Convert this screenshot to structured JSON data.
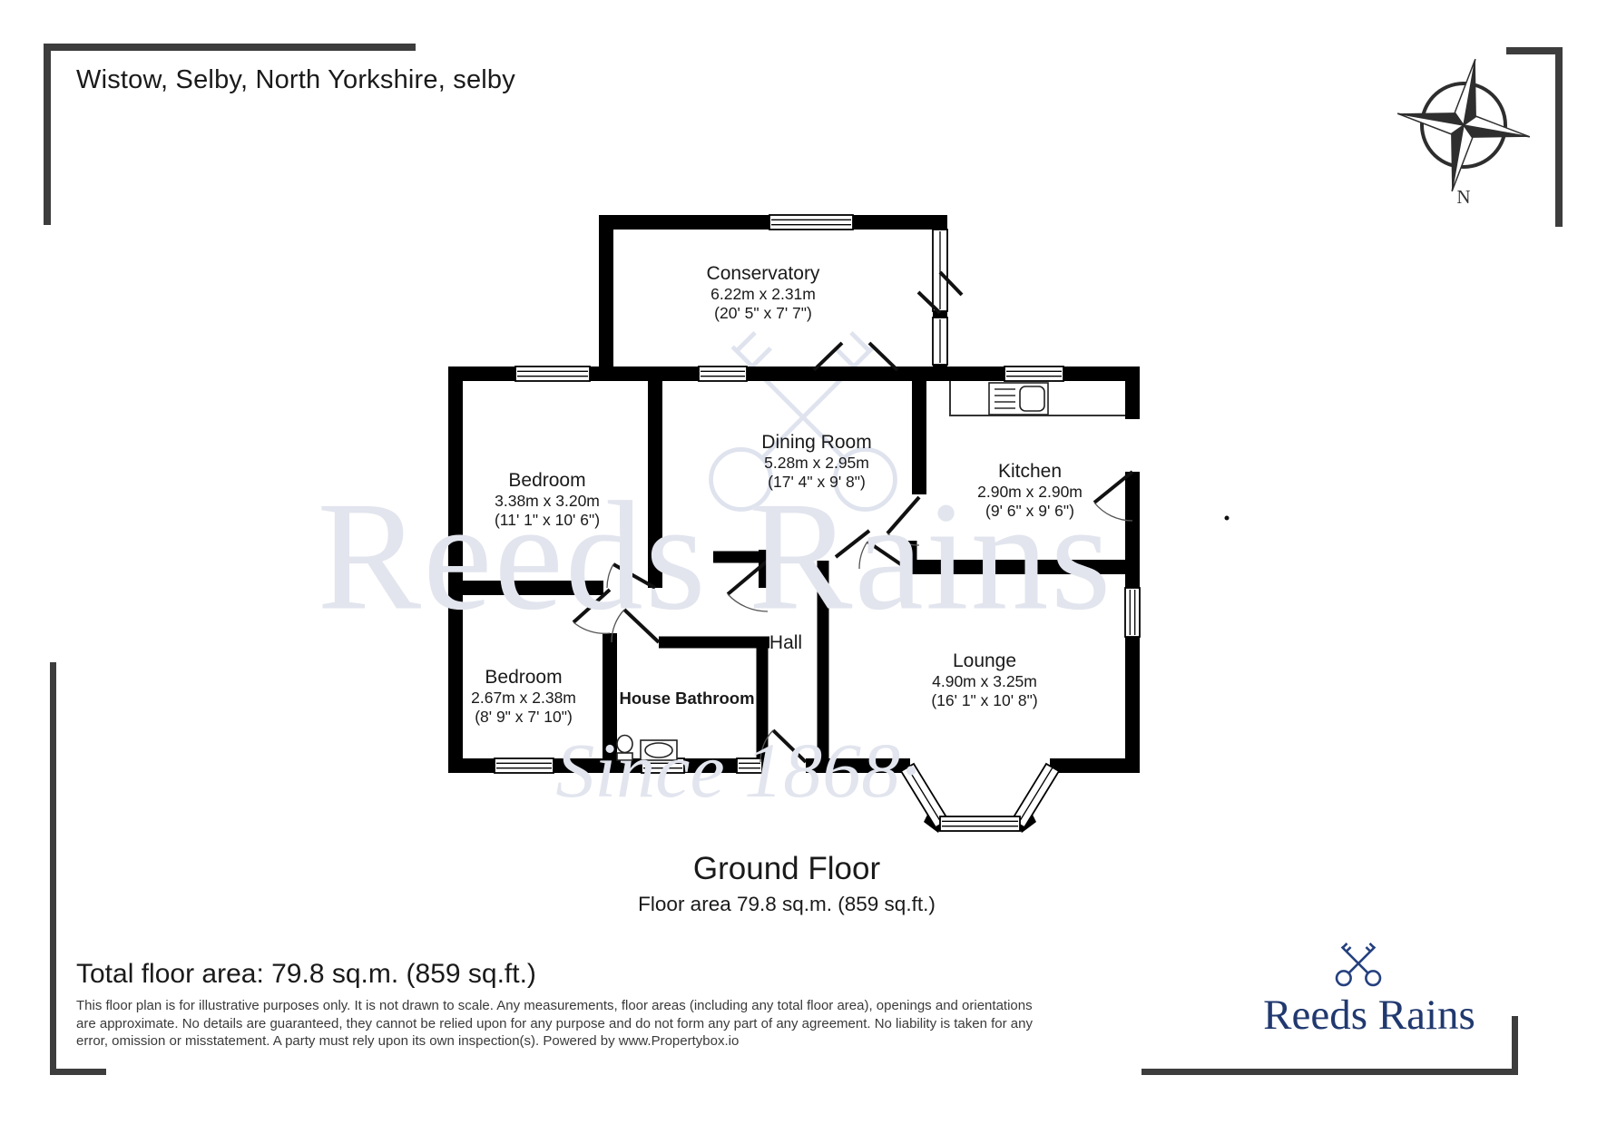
{
  "page": {
    "title": "Wistow, Selby, North Yorkshire, selby"
  },
  "compass": {
    "label": "N",
    "icon": "compass-rose-icon"
  },
  "watermark": {
    "brand": "Reeds Rains",
    "since": "Since 1868·",
    "icon": "crossed-keys-icon"
  },
  "rooms": {
    "conservatory": {
      "name": "Conservatory",
      "metric": "6.22m x 2.31m",
      "imperial": "(20' 5\" x 7' 7\")"
    },
    "dining": {
      "name": "Dining Room",
      "metric": "5.28m x 2.95m",
      "imperial": "(17' 4\" x 9' 8\")"
    },
    "kitchen": {
      "name": "Kitchen",
      "metric": "2.90m x 2.90m",
      "imperial": "(9' 6\" x 9' 6\")"
    },
    "bedroom1": {
      "name": "Bedroom",
      "metric": "3.38m x 3.20m",
      "imperial": "(11' 1\" x 10' 6\")"
    },
    "bedroom2": {
      "name": "Bedroom",
      "metric": "2.67m x 2.38m",
      "imperial": "(8' 9\" x 7' 10\")"
    },
    "bathroom": {
      "name": "House Bathroom"
    },
    "hall": {
      "name": "Hall"
    },
    "lounge": {
      "name": "Lounge",
      "metric": "4.90m x 3.25m",
      "imperial": "(16' 1\" x 10' 8\")"
    }
  },
  "floor": {
    "title": "Ground Floor",
    "area_line": "Floor area 79.8 sq.m. (859 sq.ft.)"
  },
  "footer": {
    "total_area": "Total floor area: 79.8 sq.m. (859 sq.ft.)",
    "disclaimer": "This floor plan is for illustrative purposes only. It is not drawn to scale. Any measurements, floor areas (including any total floor area), openings and orientations are approximate. No details are guaranteed, they cannot be relied upon for any purpose and do not form any part of any agreement. No liability is taken for any error, omission or misstatement. A party must rely upon its own inspection(s). Powered by www.Propertybox.io"
  },
  "logo": {
    "brand": "Reeds Rains",
    "icon": "crossed-keys-icon"
  },
  "colors": {
    "wall": "#000000",
    "brand_navy": "#21396f",
    "bracket_gray": "#3d3d3d",
    "watermark": "#e2e5ee",
    "compass": "#2e2e2e"
  }
}
